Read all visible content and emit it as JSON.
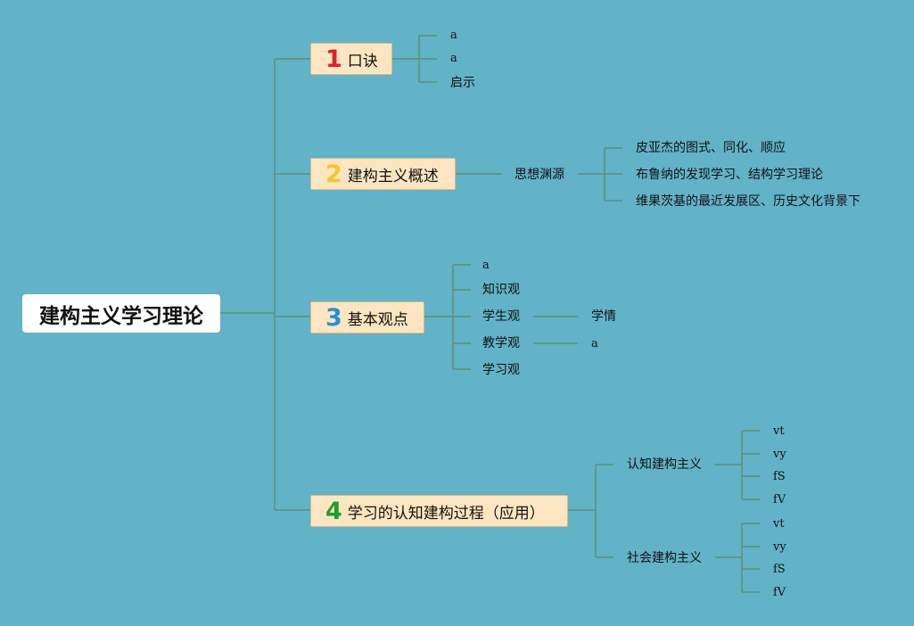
{
  "root": "建构主义学习理论",
  "branches": [
    {
      "num": "1",
      "num_color": "#d7232e",
      "label": "口诀",
      "children": [
        "a",
        "a",
        "启示"
      ]
    },
    {
      "num": "2",
      "num_color": "#f2c62f",
      "label": "建构主义概述",
      "child": "思想渊源",
      "grandchildren": [
        "皮亚杰的图式、同化、顺应",
        "布鲁纳的发现学习、结构学习理论",
        "维果茨基的最近发展区、历史文化背景下"
      ]
    },
    {
      "num": "3",
      "num_color": "#2a8fd6",
      "label": "基本观点",
      "children": [
        "a",
        "知识观",
        "学生观",
        "教学观",
        "学习观"
      ],
      "student_view_child": "学情",
      "teaching_view_child": "a"
    },
    {
      "num": "4",
      "num_color": "#1e9c32",
      "label": "学习的认知建构过程（应用）",
      "groups": [
        {
          "label": "认知建构主义",
          "items": [
            "vt",
            "vy",
            "fS",
            "fV"
          ]
        },
        {
          "label": "社会建构主义",
          "items": [
            "vt",
            "vy",
            "fS",
            "fV"
          ]
        }
      ]
    }
  ]
}
